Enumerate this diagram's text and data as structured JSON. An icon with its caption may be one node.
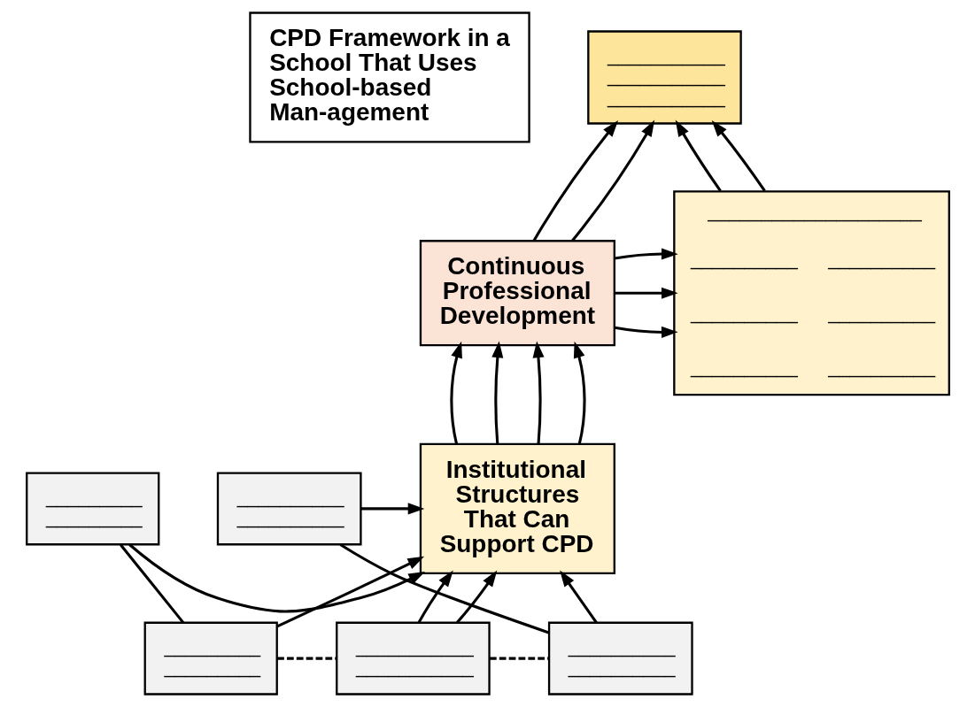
{
  "diagram": {
    "nodes": [
      {
        "text": [
          "CPD Framework in a School That Uses School-based Man-agement"
        ]
      },
      {
        "text": [
          "___________",
          "___________",
          "___________"
        ]
      },
      {
        "text": [
          "____________________",
          "__________",
          "__________",
          "__________",
          "__________",
          "__________",
          "__________"
        ]
      },
      {
        "text": [
          "Continuous Professional Development"
        ]
      },
      {
        "text": [
          "Institutional Structures That Can Support CPD"
        ]
      },
      {
        "text": [
          "_________",
          "_________"
        ]
      },
      {
        "text": [
          "__________",
          "__________"
        ]
      },
      {
        "text": [
          "_________",
          "_________"
        ]
      },
      {
        "text": [
          "___________",
          "___________"
        ]
      },
      {
        "text": [
          "__________",
          "__________"
        ]
      }
    ],
    "edges": [
      {
        "from": 2,
        "to": 1,
        "arrow": "to"
      },
      {
        "from": 2,
        "to": 1,
        "arrow": "to"
      },
      {
        "from": 3,
        "to": 1,
        "arrow": "to"
      },
      {
        "from": 3,
        "to": 1,
        "arrow": "to"
      },
      {
        "from": 3,
        "to": 2,
        "arrow": "to"
      },
      {
        "from": 3,
        "to": 2,
        "arrow": "to"
      },
      {
        "from": 3,
        "to": 2,
        "arrow": "to"
      },
      {
        "from": 4,
        "to": 3,
        "arrow": "to"
      },
      {
        "from": 4,
        "to": 3,
        "arrow": "to"
      },
      {
        "from": 4,
        "to": 3,
        "arrow": "to"
      },
      {
        "from": 4,
        "to": 3,
        "arrow": "to"
      },
      {
        "from": 5,
        "to": 4,
        "arrow": "to"
      },
      {
        "from": 6,
        "to": 4,
        "arrow": "to"
      },
      {
        "from": 7,
        "to": 5,
        "arrow": "none"
      },
      {
        "from": 7,
        "to": 4,
        "arrow": "to"
      },
      {
        "from": 8,
        "to": 4,
        "arrow": "to"
      },
      {
        "from": 8,
        "to": 4,
        "arrow": "to"
      },
      {
        "from": 9,
        "to": 4,
        "arrow": "to"
      },
      {
        "from": 9,
        "to": 6,
        "arrow": "none"
      },
      {
        "from": 7,
        "to": 8,
        "arrow": "none",
        "style": "dashed"
      },
      {
        "from": 8,
        "to": 9,
        "arrow": "none",
        "style": "dashed"
      }
    ]
  }
}
